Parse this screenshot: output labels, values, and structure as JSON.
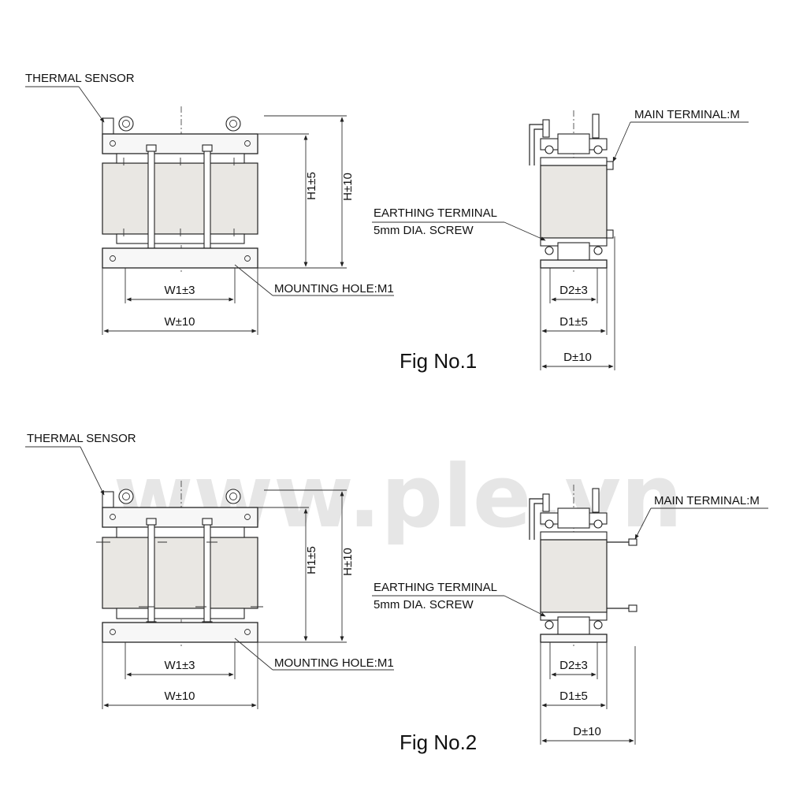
{
  "watermark": "www.ple.vn",
  "figures": [
    {
      "caption": "Fig No.1",
      "labels": {
        "thermal_sensor": "THERMAL SENSOR",
        "main_terminal": "MAIN TERMINAL:M",
        "earthing_terminal_line1": "EARTHING TERMINAL",
        "earthing_terminal_line2": "5mm DIA. SCREW",
        "mounting_hole": "MOUNTING HOLE:M1"
      },
      "dimensions": {
        "h1": "H1±5",
        "h": "H±10",
        "w1": "W1±3",
        "w": "W±10",
        "d2": "D2±3",
        "d1": "D1±5",
        "d": "D±10"
      }
    },
    {
      "caption": "Fig No.2",
      "labels": {
        "thermal_sensor": "THERMAL SENSOR",
        "main_terminal": "MAIN TERMINAL:M",
        "earthing_terminal_line1": "EARTHING TERMINAL",
        "earthing_terminal_line2": "5mm DIA. SCREW",
        "mounting_hole": "MOUNTING HOLE:M1"
      },
      "dimensions": {
        "h1": "H1±5",
        "h": "H±10",
        "w1": "W1±3",
        "w": "W±10",
        "d2": "D2±3",
        "d1": "D1±5",
        "d": "D±10"
      }
    }
  ]
}
